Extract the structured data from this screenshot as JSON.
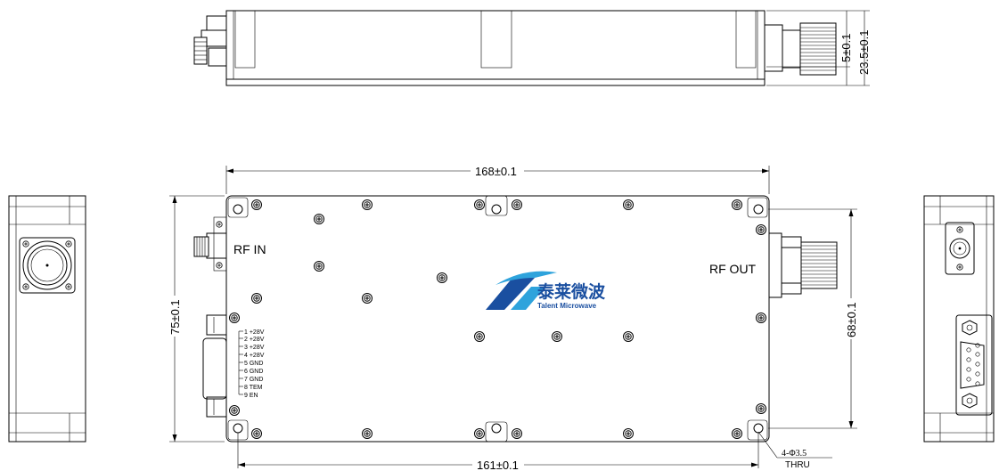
{
  "dimensions": {
    "top_height_small": "5±0.1",
    "top_height_total": "23.5±0.1",
    "length_overall": "168±0.1",
    "length_holes": "161±0.1",
    "width_overall": "75±0.1",
    "width_holes": "68±0.1",
    "hole_spec_line1": "4-Φ3.5",
    "hole_spec_line2": "THRU"
  },
  "labels": {
    "rf_in": "RF IN",
    "rf_out": "RF OUT"
  },
  "pinout": [
    "1 +28V",
    "2 +28V",
    "3 +28V",
    "4 +28V",
    "5 GND",
    "6 GND",
    "7 GND",
    "8 TEM",
    "9 EN"
  ],
  "logo": {
    "name_cn": "泰莱微波",
    "name_en": "Talent Microwave"
  }
}
